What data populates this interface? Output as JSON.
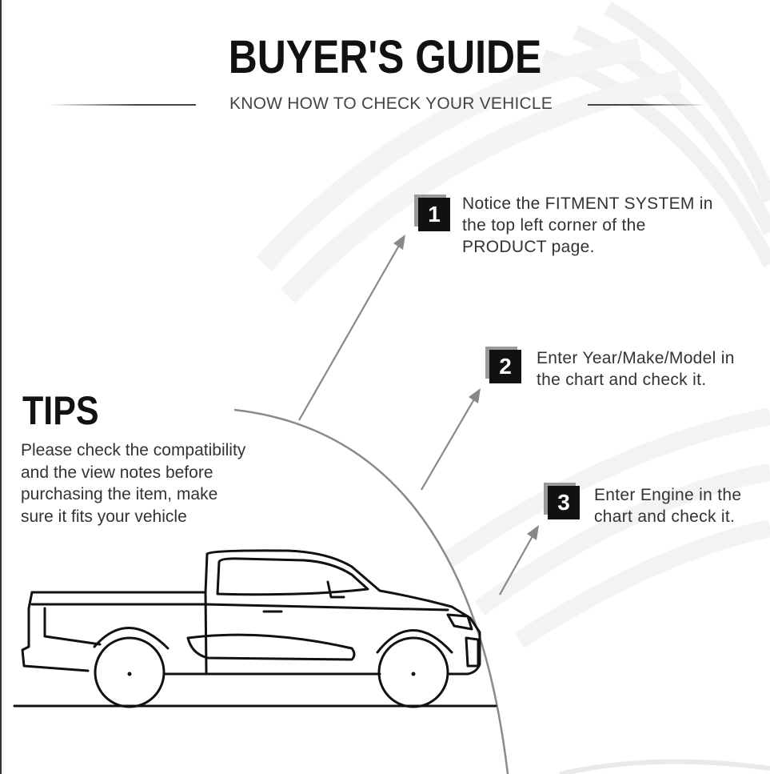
{
  "header": {
    "title": "BUYER'S GUIDE",
    "subtitle": "KNOW HOW TO CHECK YOUR VEHICLE"
  },
  "steps": [
    {
      "number": "1",
      "lines": [
        "Notice the FITMENT SYSTEM in",
        "the top left corner of the",
        "PRODUCT page."
      ]
    },
    {
      "number": "2",
      "lines": [
        "Enter Year/Make/Model in",
        "the chart and check it."
      ]
    },
    {
      "number": "3",
      "lines": [
        "Enter Engine in the",
        "chart and check it."
      ]
    }
  ],
  "tips": {
    "title": "TIPS",
    "lines": [
      "Please check the compatibility",
      "and the view notes before",
      "purchasing the item, make",
      "sure it fits your vehicle"
    ]
  },
  "icons": {
    "vehicle": "pickup-truck-outline-icon",
    "arrow": "arrow-up-right-icon"
  },
  "colors": {
    "badge": "#111111",
    "arc": "#8a8a8a",
    "arrow": "#888888"
  }
}
